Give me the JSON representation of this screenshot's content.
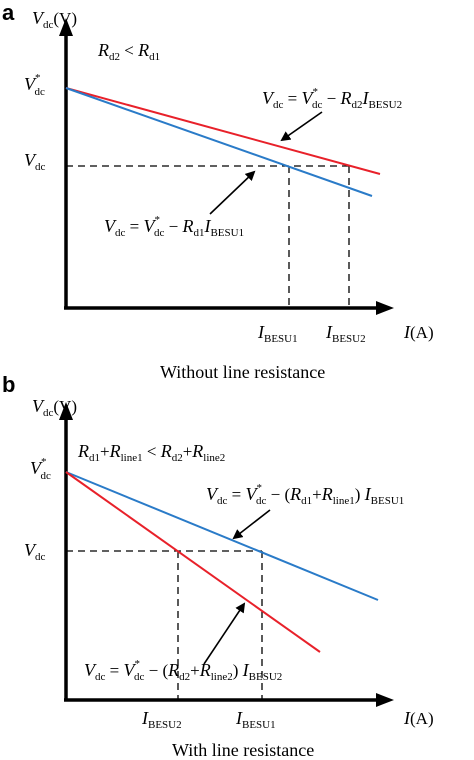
{
  "colors": {
    "red": "#e8212a",
    "blue": "#2a7bc8",
    "axis": "#000000"
  },
  "panel_a": {
    "letter": "a",
    "y_axis": {
      "var": "V",
      "sub": "dc",
      "unit": "(V)"
    },
    "x_axis": {
      "var": "I",
      "unit": "(A)"
    },
    "condition": {
      "R1": "R",
      "s1": "d2",
      "op": " < ",
      "R2": "R",
      "s2": "d1"
    },
    "tick_vstar": {
      "var": "V",
      "sub": "dc",
      "sup": "*"
    },
    "tick_v": {
      "var": "V",
      "sub": "dc"
    },
    "tick_i1": {
      "var": "I",
      "sub": "BESU1"
    },
    "tick_i2": {
      "var": "I",
      "sub": "BESU2"
    },
    "eq_red": {
      "a": "V",
      "as": "dc",
      "eq": " = ",
      "b": "V",
      "bs": "dc",
      "bsup": "*",
      "minus": " − ",
      "c": "R",
      "cs": "d2",
      "d": "I",
      "ds": "BESU2"
    },
    "eq_blue": {
      "a": "V",
      "as": "dc",
      "eq": " = ",
      "b": "V",
      "bs": "dc",
      "bsup": "*",
      "minus": " − ",
      "c": "R",
      "cs": "d1",
      "d": "I",
      "ds": "BESU1"
    },
    "caption": "Without line resistance"
  },
  "panel_b": {
    "letter": "b",
    "y_axis": {
      "var": "V",
      "sub": "dc",
      "unit": "(V)"
    },
    "x_axis": {
      "var": "I",
      "unit": "(A)"
    },
    "condition": {
      "r1": "R",
      "s1": "d1",
      "p1": "+",
      "r2": "R",
      "s2": "line1",
      "op": " < ",
      "r3": "R",
      "s3": "d2",
      "p2": "+",
      "r4": "R",
      "s4": "line2"
    },
    "tick_vstar": {
      "var": "V",
      "sub": "dc",
      "sup": "*"
    },
    "tick_v": {
      "var": "V",
      "sub": "dc"
    },
    "tick_i1": {
      "var": "I",
      "sub": "BESU2"
    },
    "tick_i2": {
      "var": "I",
      "sub": "BESU1"
    },
    "eq_blue": {
      "a": "V",
      "as": "dc",
      "eq": " = ",
      "b": "V",
      "bs": "dc",
      "bsup": "*",
      "minus": " − (",
      "c": "R",
      "cs": "d1",
      "plus": "+",
      "e": "R",
      "es": "line1",
      "close": ") ",
      "d": "I",
      "ds": "BESU1"
    },
    "eq_red": {
      "a": "V",
      "as": "dc",
      "eq": " = ",
      "b": "V",
      "bs": "dc",
      "bsup": "*",
      "minus": " − (",
      "c": "R",
      "cs": "d2",
      "plus": "+",
      "e": "R",
      "es": "line2",
      "close": ") ",
      "d": "I",
      "ds": "BESU2"
    },
    "caption": "With line resistance"
  }
}
